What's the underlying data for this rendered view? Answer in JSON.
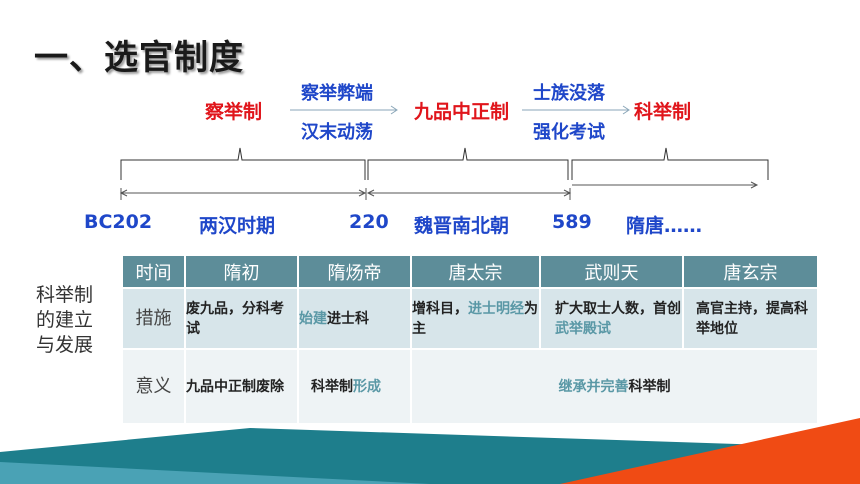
{
  "title": "一、选官制度",
  "timeline": {
    "systems": [
      "察举制",
      "九品中正制",
      "科举制"
    ],
    "transition1": {
      "top": "察举弊端",
      "bottom": "汉末动荡"
    },
    "transition2": {
      "top": "士族没落",
      "bottom": "强化考试"
    },
    "labels": {
      "bc": "BC202",
      "han": "两汉时期",
      "y220": "220",
      "wj": "魏晋南北朝",
      "y589": "589",
      "st": "隋唐……"
    }
  },
  "side_label": [
    "科举制",
    "的建立",
    "与发展"
  ],
  "table": {
    "headers": [
      "时间",
      "隋初",
      "隋炀帝",
      "唐太宗",
      "武则天",
      "唐玄宗"
    ],
    "row1": {
      "label": "措施",
      "c1": "废九品，分科考试",
      "c2a": "始建",
      "c2b": "进士科",
      "c3a": "增科目，",
      "c3b": "进士明经",
      "c3c": "为主",
      "c4a": "扩大取士人数，首创",
      "c4b": "武举殿试",
      "c5": "高官主持，提高科举地位"
    },
    "row2": {
      "label": "意义",
      "c1": "九品中正制废除",
      "c2a": "科举制",
      "c2b": "形成",
      "c3a": "继承并完善",
      "c3b": "科举制"
    }
  },
  "colors": {
    "red": "#e0151b",
    "blue": "#1f47c9",
    "header": "#5d8d99",
    "highlight": "#5a98a6",
    "teal": "#1e7e8c",
    "orange": "#f04b14"
  }
}
